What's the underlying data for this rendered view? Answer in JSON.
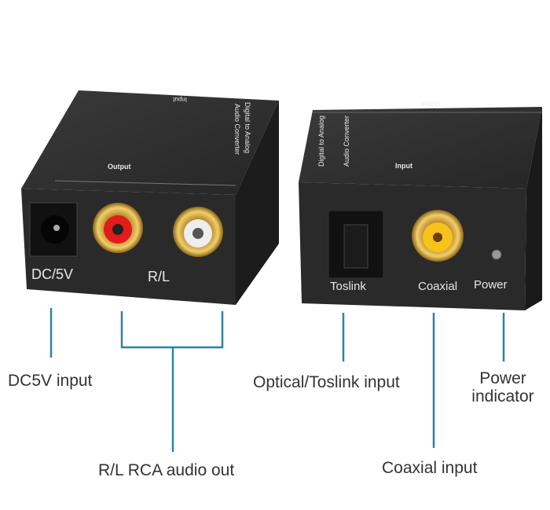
{
  "devices": {
    "left": {
      "top_text_line1": "Digital to Analog",
      "top_text_line2": "Audio Converter",
      "top_input": "Input",
      "top_output": "Output",
      "port_dc": "DC/5V",
      "port_rl": "R/L"
    },
    "right": {
      "top_text_line1": "Digital to Analog",
      "top_text_line2": "Audio Converter",
      "top_input": "Input",
      "top_output": "Output",
      "port_toslink": "Toslink",
      "port_coaxial": "Coaxial",
      "port_power": "Power"
    }
  },
  "callouts": {
    "dc": "DC5V input",
    "rca": "R/L RCA audio out",
    "optical": "Optical/Toslink input",
    "power_line1": "Power",
    "power_line2": "indicator",
    "coaxial": "Coaxial input"
  },
  "colors": {
    "callout_line": "#2b85a3",
    "device": "#262626"
  }
}
